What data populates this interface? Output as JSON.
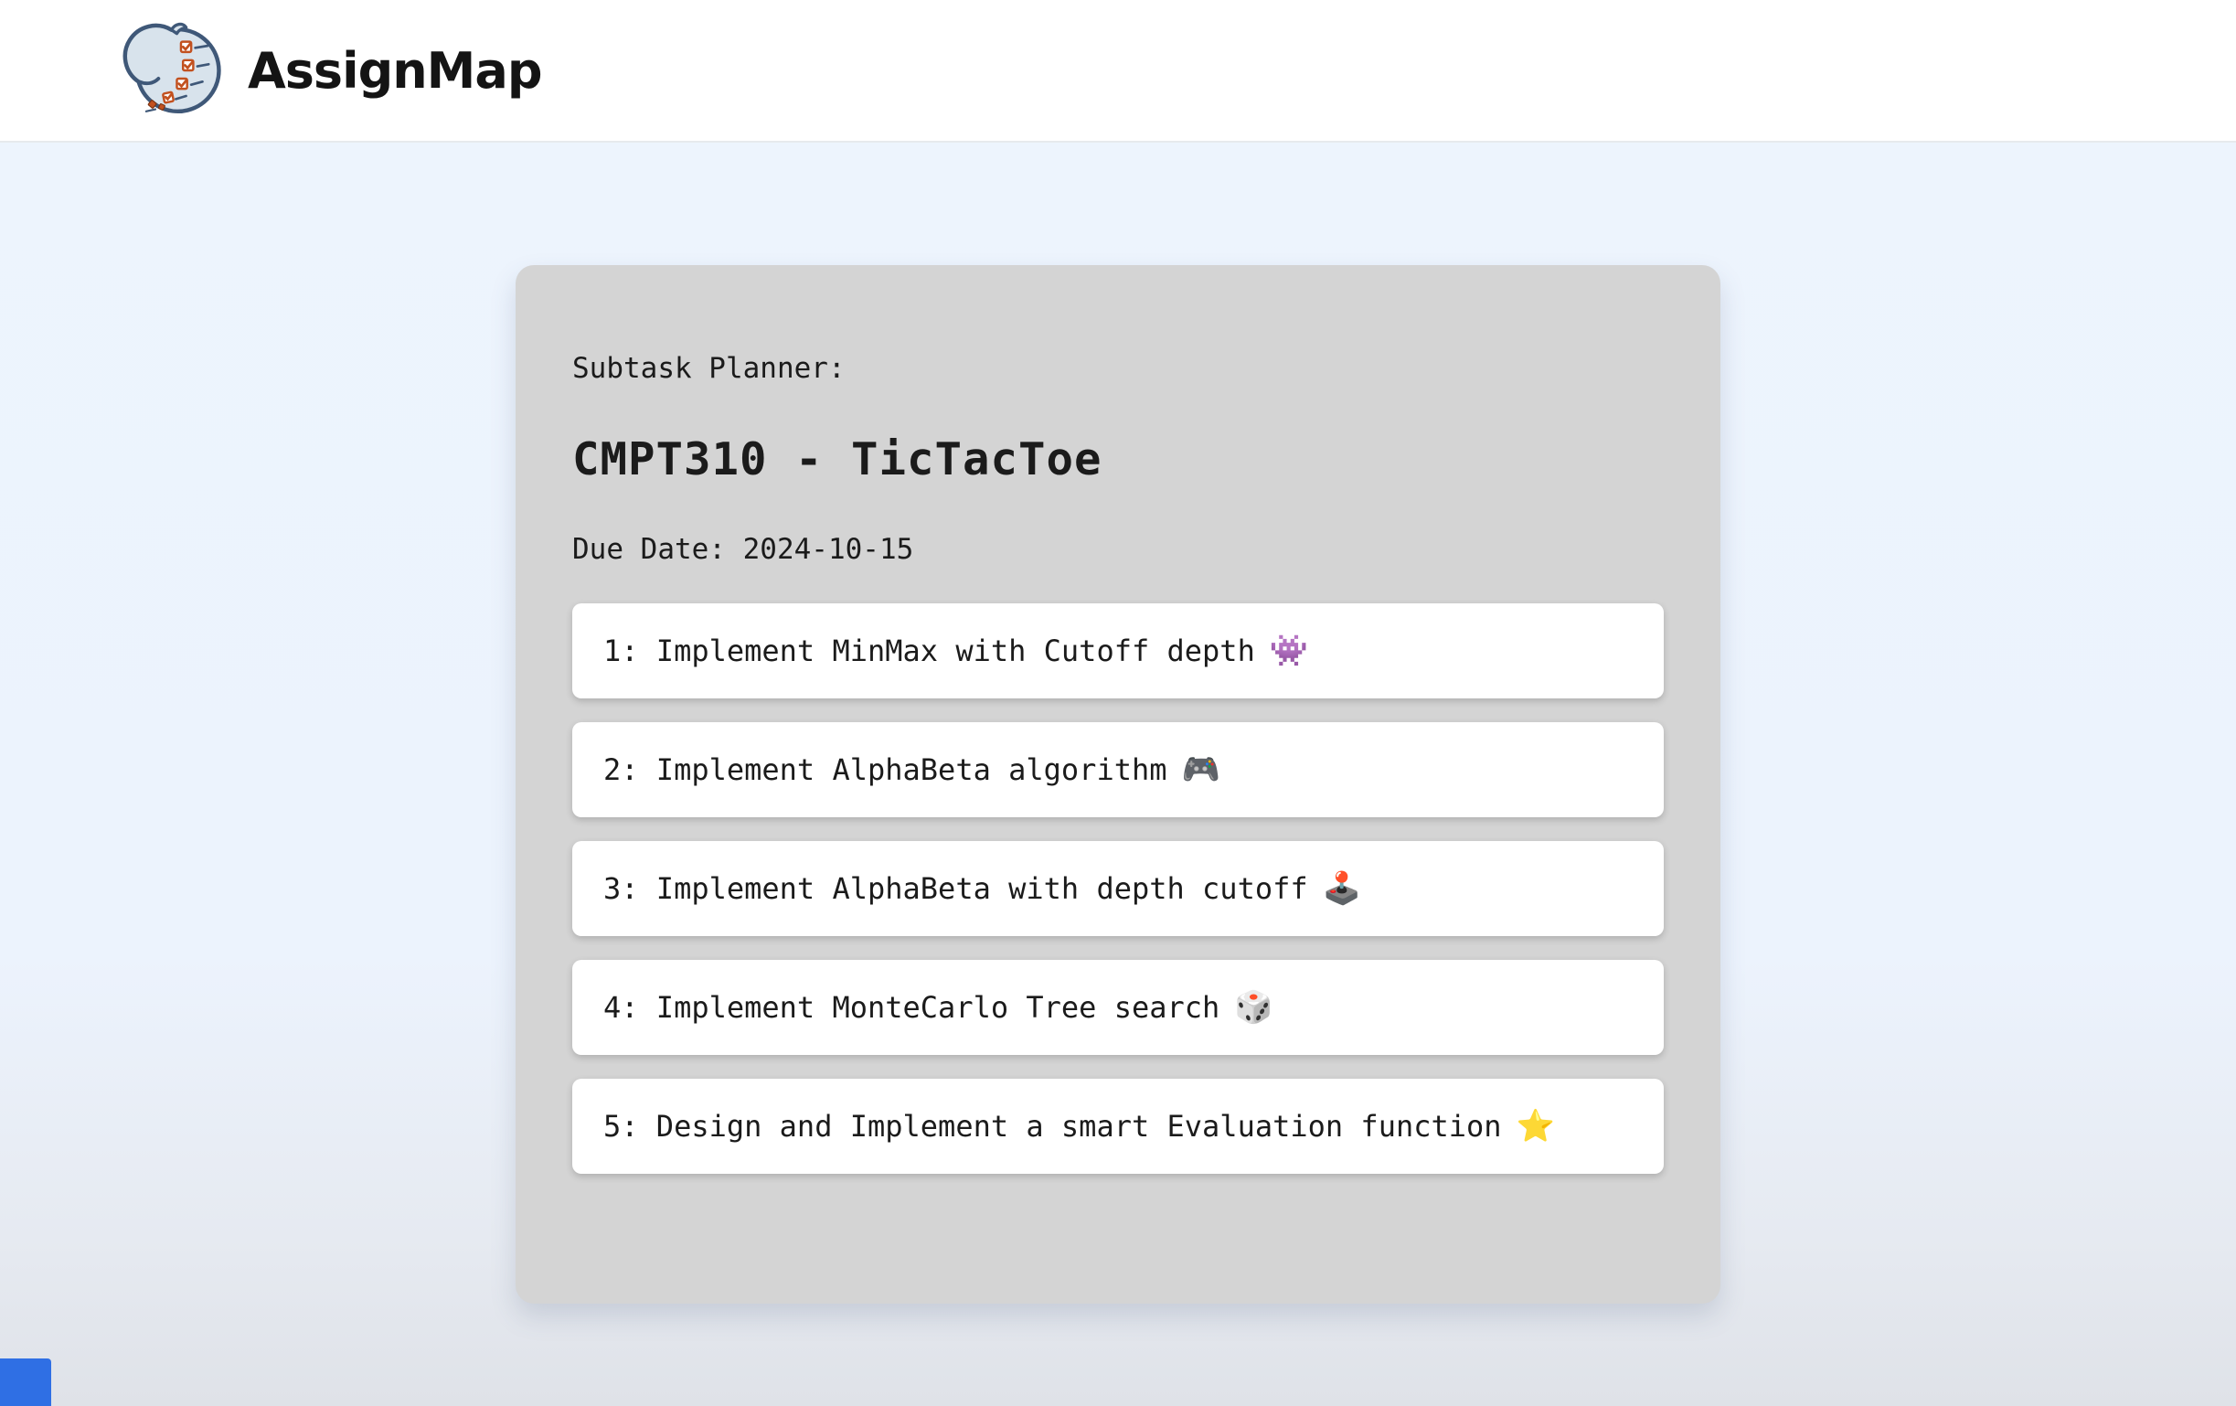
{
  "header": {
    "brand": "AssignMap",
    "logo_icon": "wave-checklist-logo"
  },
  "planner": {
    "section_label": "Subtask Planner:",
    "title": "CMPT310 - TicTacToe",
    "due_date": "Due Date: 2024-10-15",
    "tasks": [
      {
        "text": "1: Implement MinMax with Cutoff depth",
        "emoji": "👾"
      },
      {
        "text": "2: Implement AlphaBeta algorithm",
        "emoji": "🎮"
      },
      {
        "text": "3: Implement AlphaBeta with depth cutoff",
        "emoji": "🕹️"
      },
      {
        "text": "4: Implement MonteCarlo Tree search",
        "emoji": "🎲"
      },
      {
        "text": "5: Design and Implement a smart Evaluation function",
        "emoji": "⭐"
      }
    ]
  },
  "colors": {
    "page_background": "#edf4fd",
    "header_background": "#ffffff",
    "card_background": "#d4d4d4",
    "task_background": "#ffffff",
    "text": "#1b1b1b",
    "accent_blue_fragment": "#2f6fe4",
    "logo_outline": "#3f5878",
    "logo_fill": "#d8e3ec",
    "logo_checkbox": "#c2511f"
  }
}
